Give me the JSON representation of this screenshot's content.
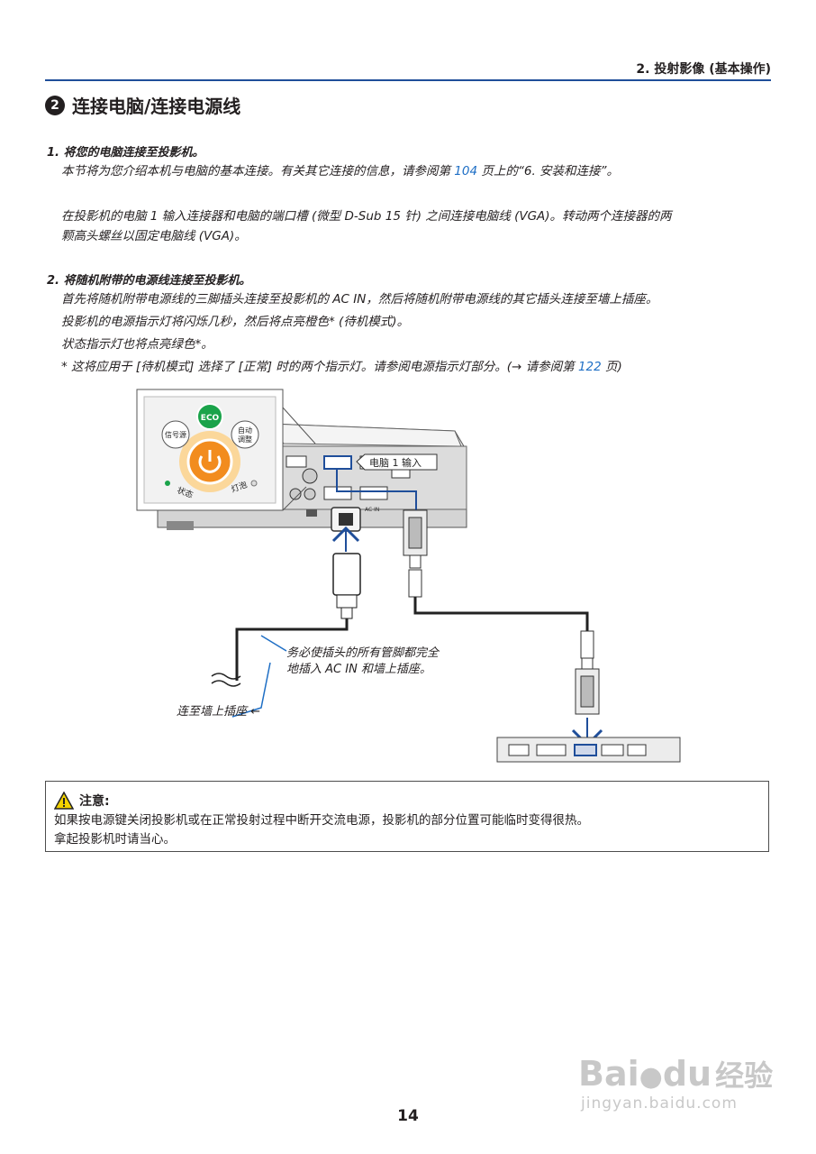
{
  "header": {
    "chapter": "2. 投射影像 (基本操作)"
  },
  "section": {
    "number": "❷",
    "title": "连接电脑/连接电源线"
  },
  "steps": [
    {
      "heading": "1.  将您的电脑连接至投影机。",
      "p1_before": "本节将为您介绍本机与电脑的基本连接。有关其它连接的信息，请参阅第 ",
      "p1_link": "104",
      "p1_after": " 页上的“6. 安装和连接”。",
      "p2_line1": "在投影机的电脑 1 输入连接器和电脑的端口槽 (微型 D-Sub 15 针) 之间连接电脑线 (VGA)。转动两个连接器的两",
      "p2_line2": "颗高头螺丝以固定电脑线 (VGA)。"
    },
    {
      "heading": "2.  将随机附带的电源线连接至投影机。",
      "l1": "首先将随机附带电源线的三脚插头连接至投影机的 AC IN，然后将随机附带电源线的其它插头连接至墙上插座。",
      "l2": "投影机的电源指示灯将闪烁几秒，然后将点亮橙色* (待机模式)。",
      "l3": "状态指示灯也将点亮绿色*。",
      "l4_before": "* 这将应用于 [待机模式] 选择了 [正常] 时的两个指示灯。请参阅电源指示灯部分。(→ 请参阅第 ",
      "l4_link": "122",
      "l4_after": " 页)"
    }
  ],
  "diagram": {
    "btn_eco": "ECO",
    "btn_source": "信号源",
    "btn_auto": "自动\n调整",
    "led_status": "状态",
    "led_lamp": "灯泡",
    "computer_in_label": "电脑 1 输入",
    "ac_in_label": "AC IN",
    "callout_insert": "务必使插头的所有管脚都完全\n地插入 AC IN 和墙上插座。",
    "callout_wall": "连至墙上插座 ←"
  },
  "caution": {
    "title": "注意:",
    "line1": "如果按电源键关闭投影机或在正常投射过程中断开交流电源，投影机的部分位置可能临时变得很热。",
    "line2": "拿起投影机时请当心。"
  },
  "page_number": "14",
  "watermark": {
    "brand": "Bai",
    "brand2": "du",
    "cn": "经验",
    "url": "jingyan.baidu.com"
  },
  "colors": {
    "accent_blue": "#1f4e9a",
    "link_blue": "#1f6fc5",
    "power_orange": "#f28c1e",
    "eco_green": "#1aa34a"
  }
}
